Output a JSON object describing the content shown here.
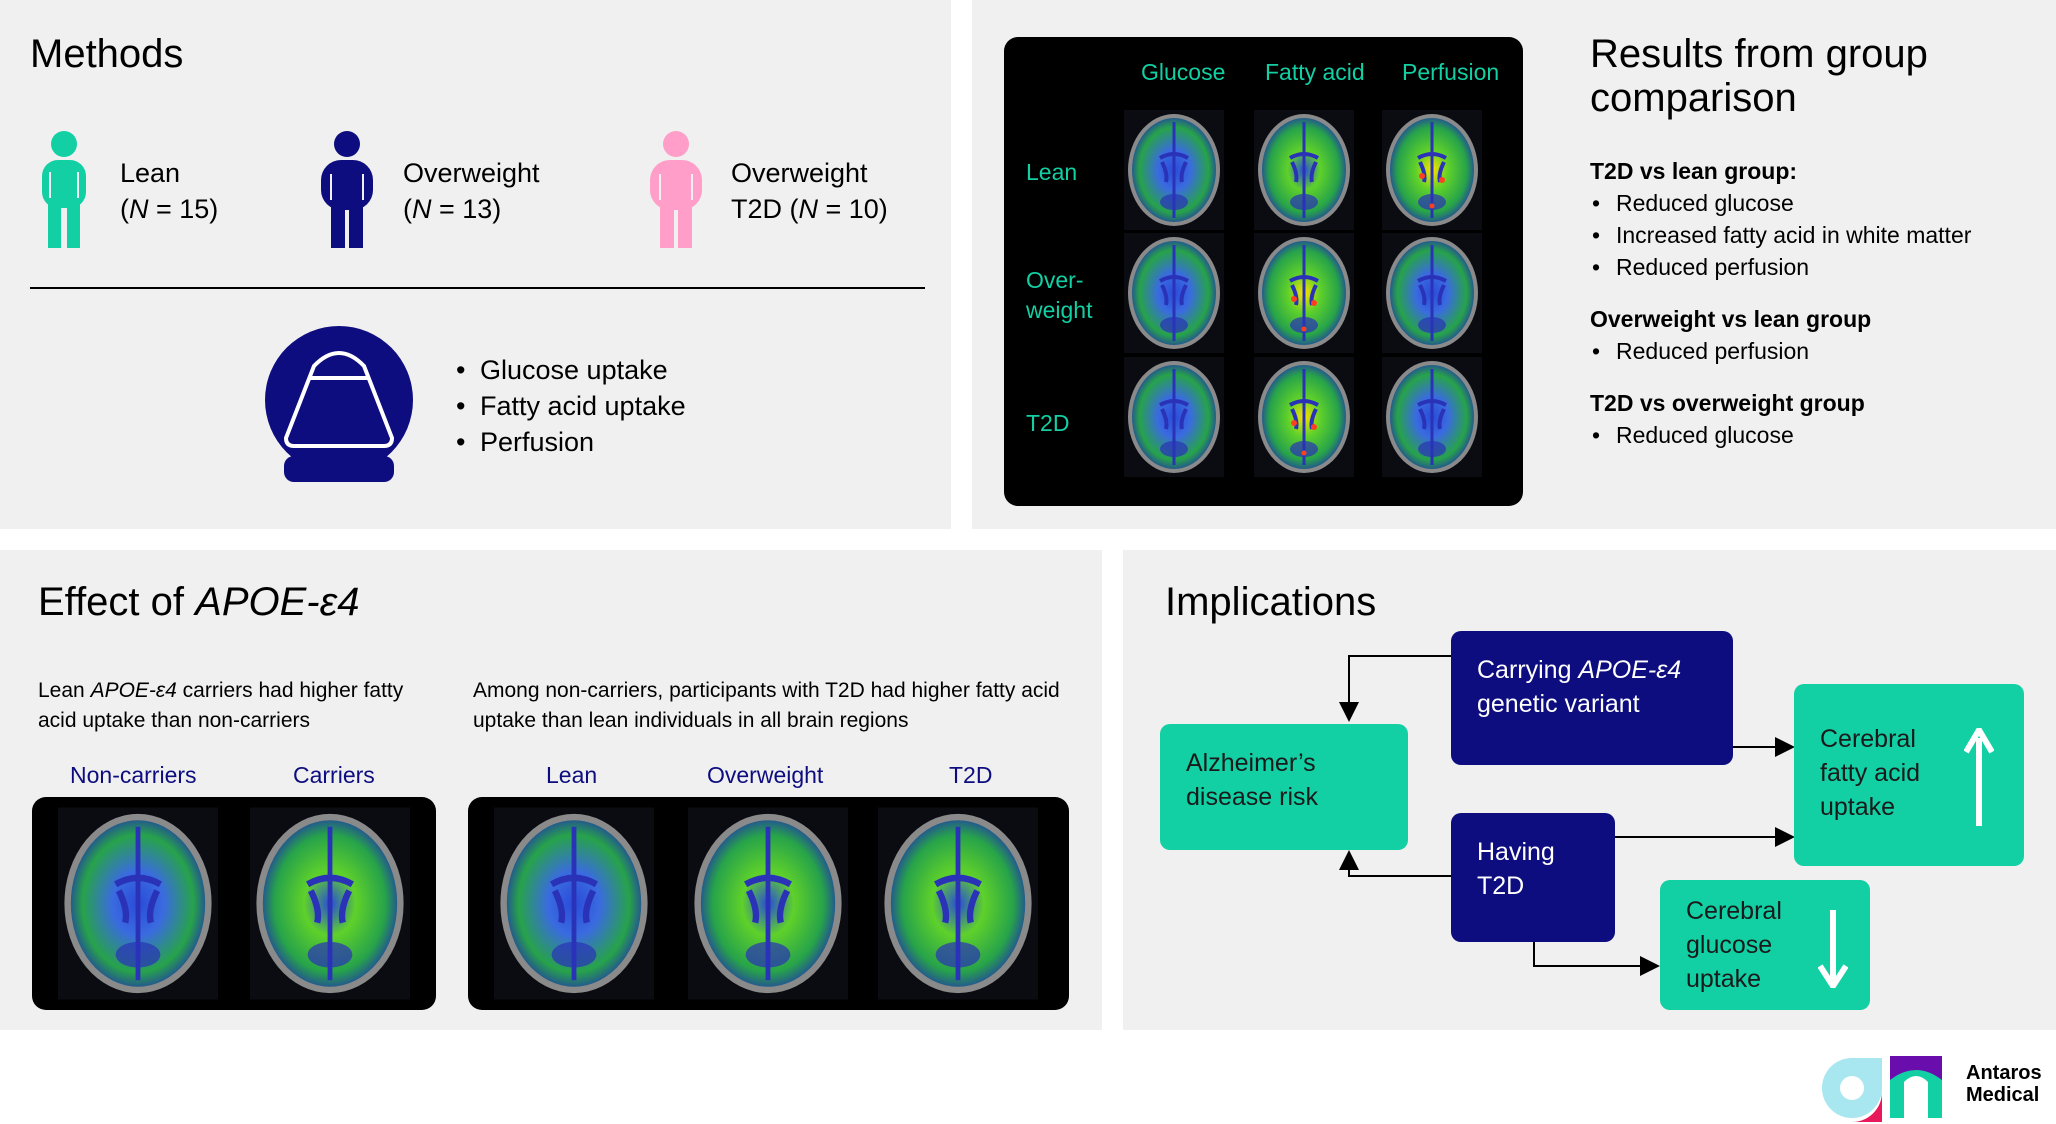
{
  "methods": {
    "title": "Methods",
    "groups": [
      {
        "label": "Lean",
        "n_prefix": "(",
        "n_letter": "N",
        "n_suffix": " = 15)",
        "color": "#12cfa4"
      },
      {
        "label": "Overweight",
        "n_prefix": "(",
        "n_letter": "N",
        "n_suffix": " = 13)",
        "color": "#0d0d7f"
      },
      {
        "label": "Overweight",
        "n_prefix": "T2D (",
        "n_letter": "N",
        "n_suffix": " = 10)",
        "color": "#ff9ec8"
      }
    ],
    "measures": [
      "Glucose uptake",
      "Fatty acid uptake",
      "Perfusion"
    ]
  },
  "results": {
    "title_line1": "Results from group",
    "title_line2": "comparison",
    "columns": [
      "Glucose",
      "Fatty acid",
      "Perfusion"
    ],
    "rows": [
      "Lean",
      "Over-",
      "weight",
      "T2D"
    ],
    "sections": [
      {
        "heading": "T2D vs lean group:",
        "items": [
          "Reduced glucose",
          "Increased fatty acid in white matter",
          "Reduced perfusion"
        ]
      },
      {
        "heading": "Overweight vs lean group",
        "items": [
          "Reduced perfusion"
        ]
      },
      {
        "heading": "T2D vs overweight group",
        "items": [
          "Reduced glucose"
        ]
      }
    ]
  },
  "apoe": {
    "title_plain": "Effect of ",
    "title_italic": "APOE-ε4",
    "left_text_1": "Lean ",
    "left_text_italic": "APOE-ε4",
    "left_text_2": " carriers had higher fatty acid uptake than non-carriers",
    "right_text": "Among non-carriers, participants with T2D had higher fatty acid uptake than lean individuals in all brain regions",
    "left_labels": [
      "Non-carriers",
      "Carriers"
    ],
    "right_labels": [
      "Lean",
      "Overweight",
      "T2D"
    ]
  },
  "implications": {
    "title": "Implications",
    "alz_line1": "Alzheimer’s",
    "alz_line2": "disease risk",
    "apoe_plain": "Carrying ",
    "apoe_italic": "APOE-ε4",
    "apoe_line2": "genetic variant",
    "t2d_line1": "Having",
    "t2d_line2": "T2D",
    "fatty_line1": "Cerebral",
    "fatty_line2": "fatty acid",
    "fatty_line3": "uptake",
    "glucose_line1": "Cerebral",
    "glucose_line2": "glucose",
    "glucose_line3": "uptake"
  },
  "logo": {
    "line1": "Antaros",
    "line2": "Medical"
  },
  "colors": {
    "teal": "#12cfa4",
    "navy": "#0d0d7f",
    "pink": "#ff9ec8",
    "panel": "#f0f0f0",
    "magenta": "#e8195a",
    "purple": "#6a0dad"
  }
}
